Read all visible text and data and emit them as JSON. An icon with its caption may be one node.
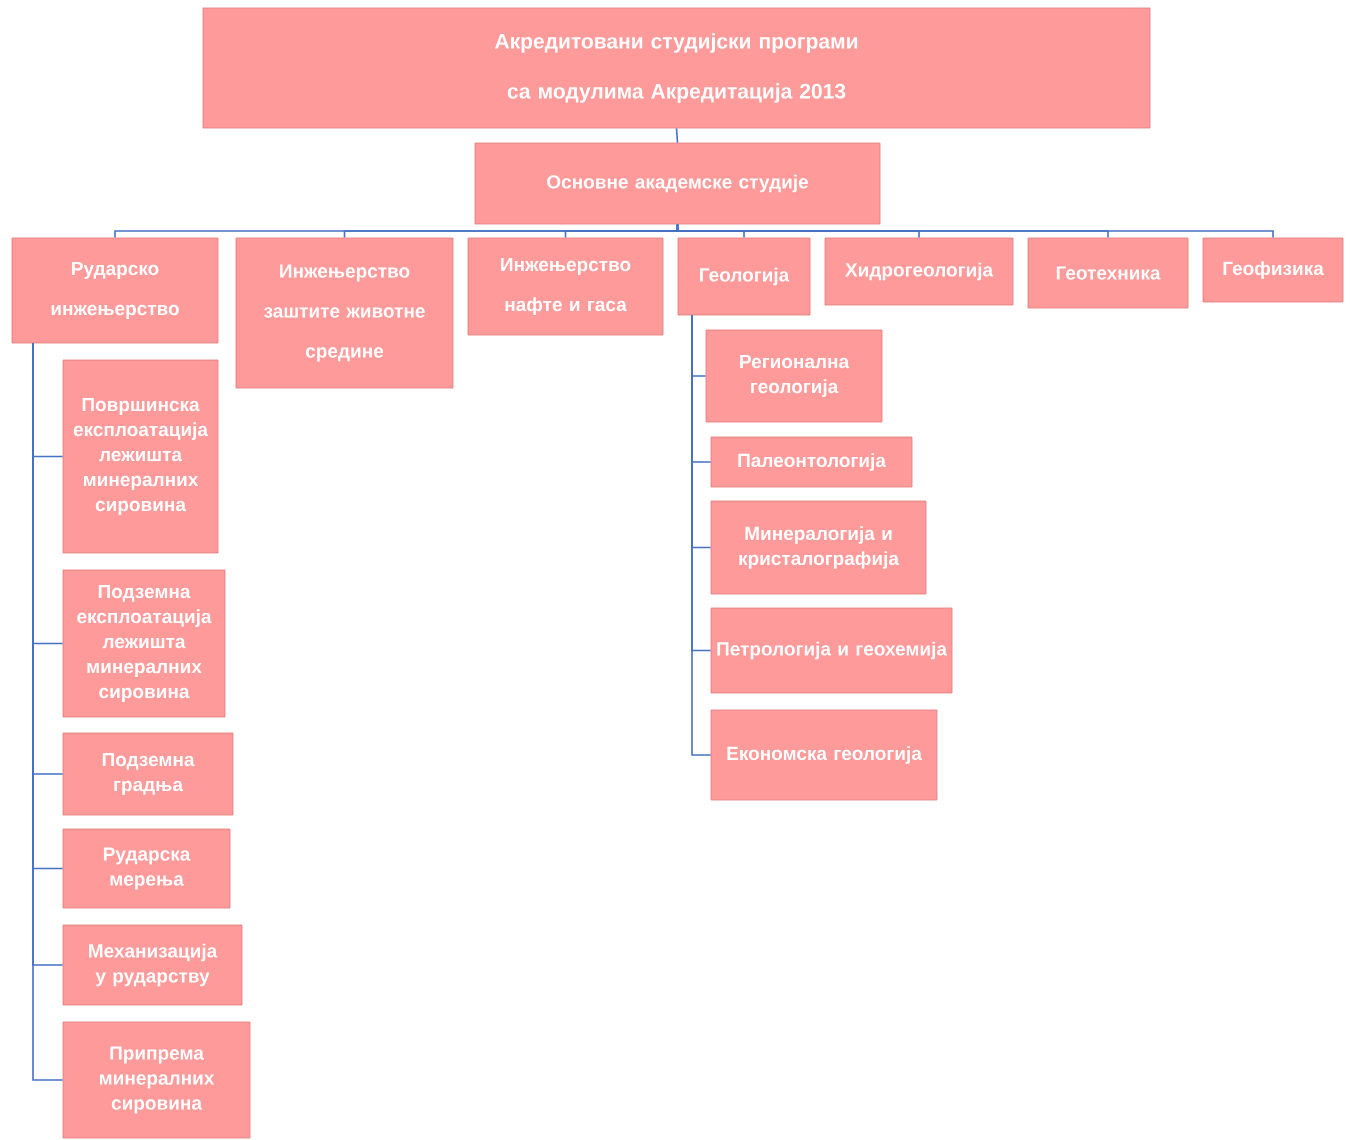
{
  "diagram": {
    "nodes": [
      {
        "text": [
          "Акредитовани студијски програми са модулима Акредитација 2013"
        ]
      },
      {
        "text": [
          "Основне академске студије"
        ]
      },
      {
        "text": [
          "Рударско инжењерство"
        ]
      },
      {
        "text": [
          "Инжењерство заштите животне средине"
        ]
      },
      {
        "text": [
          "Инжењерство нафте и гаса"
        ]
      },
      {
        "text": [
          "Геологија"
        ]
      },
      {
        "text": [
          "Хидрогеологија"
        ]
      },
      {
        "text": [
          "Геотехника"
        ]
      },
      {
        "text": [
          "Геофизика"
        ]
      },
      {
        "text": [
          "Површинска експлоатација лежишта минералних сировина"
        ]
      },
      {
        "text": [
          "Подземна експлоатација лежишта минералних сировина"
        ]
      },
      {
        "text": [
          "Подземна градња"
        ]
      },
      {
        "text": [
          "Рударска мерења"
        ]
      },
      {
        "text": [
          "Механизација у рударству"
        ]
      },
      {
        "text": [
          "Припрема минералних сировина"
        ]
      },
      {
        "text": [
          "Регионална геологија"
        ]
      },
      {
        "text": [
          "Палеонтологија"
        ]
      },
      {
        "text": [
          "Минералогија и кристалографија"
        ]
      },
      {
        "text": [
          "Петрологија и геохемија"
        ]
      },
      {
        "text": [
          "Економска геологија"
        ]
      }
    ],
    "edges": [
      {
        "from": 0,
        "to": 1,
        "arrow": "none"
      },
      {
        "from": 1,
        "to": 2,
        "arrow": "none"
      },
      {
        "from": 1,
        "to": 3,
        "arrow": "none"
      },
      {
        "from": 1,
        "to": 4,
        "arrow": "none"
      },
      {
        "from": 1,
        "to": 5,
        "arrow": "none"
      },
      {
        "from": 1,
        "to": 6,
        "arrow": "none"
      },
      {
        "from": 1,
        "to": 7,
        "arrow": "none"
      },
      {
        "from": 1,
        "to": 8,
        "arrow": "none"
      },
      {
        "from": 2,
        "to": 9,
        "arrow": "none"
      },
      {
        "from": 2,
        "to": 10,
        "arrow": "none"
      },
      {
        "from": 2,
        "to": 11,
        "arrow": "none"
      },
      {
        "from": 2,
        "to": 12,
        "arrow": "none"
      },
      {
        "from": 2,
        "to": 13,
        "arrow": "none"
      },
      {
        "from": 2,
        "to": 14,
        "arrow": "none"
      },
      {
        "from": 5,
        "to": 15,
        "arrow": "none"
      },
      {
        "from": 5,
        "to": 16,
        "arrow": "none"
      },
      {
        "from": 5,
        "to": 17,
        "arrow": "none"
      },
      {
        "from": 5,
        "to": 18,
        "arrow": "none"
      },
      {
        "from": 5,
        "to": 19,
        "arrow": "none"
      }
    ]
  }
}
